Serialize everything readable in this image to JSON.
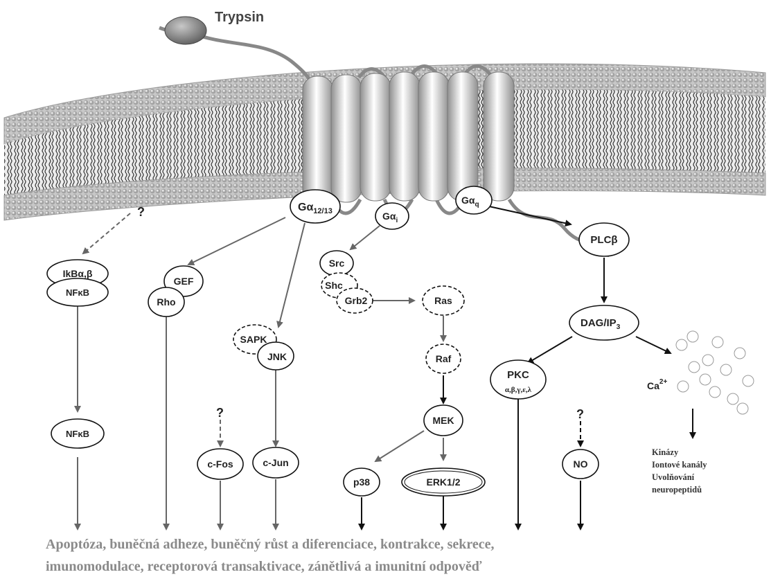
{
  "trypsin": "Trypsin",
  "nodes": {
    "g1213_main": "Gα",
    "g1213_sub": "12/13",
    "gi_main": "Gα",
    "gi_sub": "i",
    "gq_main": "Gα",
    "gq_sub": "q",
    "question1": "?",
    "ikb": "IkBα,β",
    "nfkb_top": "NFκB",
    "gef": "GEF",
    "rho": "Rho",
    "src": "Src",
    "shc": "Shc",
    "grb2": "Grb2",
    "ras": "Ras",
    "raf": "Raf",
    "mek": "MEK",
    "sapk": "SAPK",
    "jnk": "JNK",
    "plcb": "PLCβ",
    "dag_main": "DAG/IP",
    "dag_sub": "3",
    "pkc": "PKC",
    "pkc_iso": "α,β,γ,ε,λ",
    "ca_main": "Ca",
    "ca_sup": "2+",
    "question2": "?",
    "question3": "?",
    "nfkb_bottom": "NFκB",
    "cfos": "c-Fos",
    "cjun": "c-Jun",
    "p38": "p38",
    "erk": "ERK1/2",
    "no": "NO"
  },
  "effects": [
    "Kinázy",
    "Iontové kanály",
    "Uvolňování",
    "neuropeptidů"
  ],
  "outcome": [
    "Apoptóza, buněčná adheze, buněčný růst a diferenciace, kontrakce, sekrece,",
    "imunomodulace, receptorová transaktivace, zánětlivá a imunitní odpověď"
  ],
  "colors": {
    "membrane": "#bdbdbd",
    "arrow_gray": "#666666",
    "arrow_black": "#111111",
    "outcome_text": "#8a8a8a"
  }
}
